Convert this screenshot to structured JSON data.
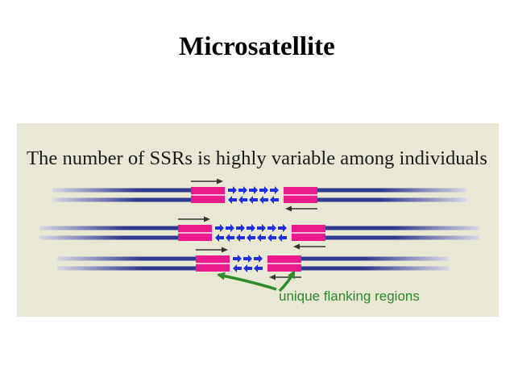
{
  "slide": {
    "title": "Microsatellite"
  },
  "figure": {
    "heading": "The number of SSRs is highly variable among individuals",
    "annotation": "unique flanking regions",
    "colors": {
      "panel_background": "#e9e8d4",
      "dna_strand": "#303a8e",
      "strand_fade": "#d8d8e4",
      "flanking_region": "#e81a8c",
      "repeat_arrow": "#1f2ee6",
      "primer_arrow": "#333333",
      "annotation_green": "#2f8a2a"
    },
    "individuals": [
      {
        "repeat_units": 5
      },
      {
        "repeat_units": 7
      },
      {
        "repeat_units": 3
      }
    ]
  }
}
